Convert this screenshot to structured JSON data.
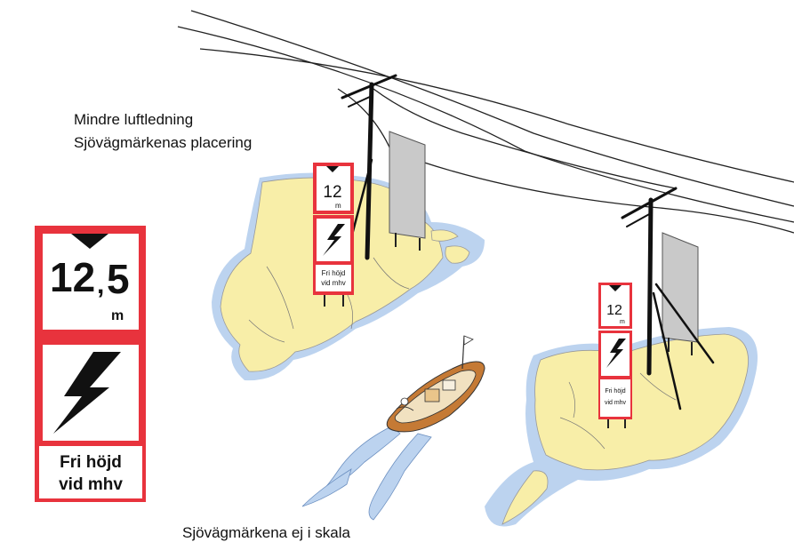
{
  "captions": {
    "line1": "Mindre luftledning",
    "line2": "Sjövägmärkenas placering",
    "footer": "Sjövägmärkena ej i skala"
  },
  "sign": {
    "height_value": "12",
    "height_decimal": "5",
    "separator": ",",
    "unit": "m",
    "text_line1": "Fri höjd",
    "text_line2": "vid mhv"
  },
  "colors": {
    "sign_red": "#e8333d",
    "island": "#f8eea8",
    "water": "#bcd3ef",
    "board": "#c9c9c9",
    "boat_hull": "#c57a35"
  },
  "icons": {
    "warning": "lightning-bolt-icon",
    "height_mark": "triangle-pointer-icon"
  }
}
